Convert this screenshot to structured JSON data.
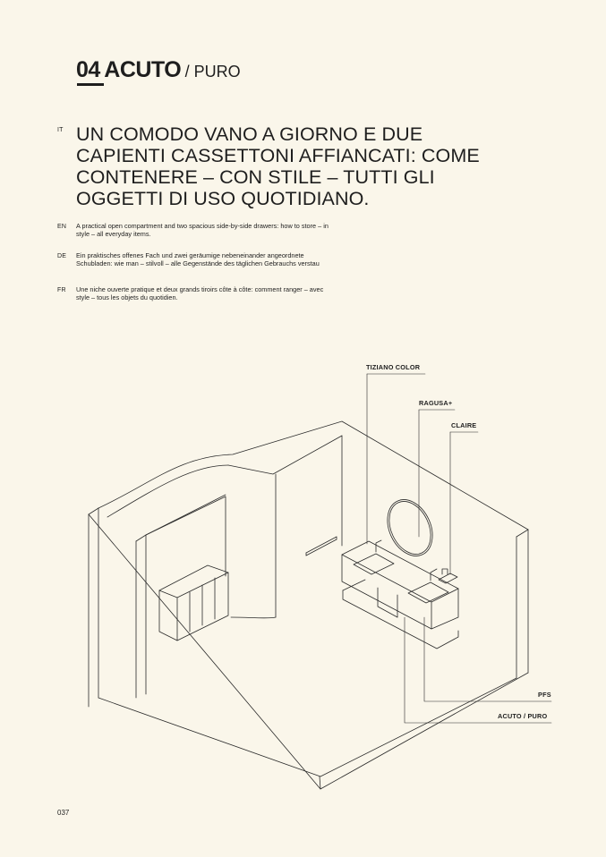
{
  "heading": {
    "number": "04",
    "name": "ACUTO",
    "sub": "/ PURO"
  },
  "languages": {
    "it": "IT",
    "en": "EN",
    "de": "DE",
    "fr": "FR"
  },
  "headline": "UN COMODO VANO A GIORNO E DUE CAPIENTI CASSETTONI AFFIANCATI: COME CONTENERE – CON STILE – TUTTI GLI OGGETTI DI USO QUOTIDIANO.",
  "text_en": "A practical open compartment and two spacious side-by-side drawers: how to store – in style – all everyday items.",
  "text_de": "Ein praktisches offenes Fach und zwei geräumige nebeneinander angeordnete Schubladen: wie man – stilvoll – alle Gegenstände des täglichen Gebrauchs verstau",
  "text_fr": "Une niche ouverte pratique et deux grands tiroirs côte à côte: comment ranger – avec style – tous les objets du quotidien.",
  "labels": {
    "tiziano": "TIZIANO COLOR",
    "ragusa": "RAGUSA+",
    "claire": "CLAIRE",
    "pfs": "PFS",
    "acuto_puro": "ACUTO / PURO"
  },
  "page_number": "037"
}
